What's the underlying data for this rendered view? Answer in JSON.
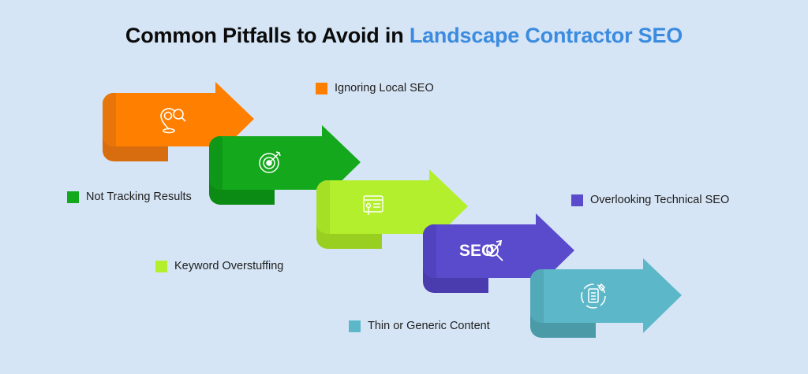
{
  "title": {
    "part1": "Common Pitfalls to Avoid in",
    "part2": "Landscape Contractor SEO"
  },
  "items": [
    {
      "label": "Ignoring Local SEO",
      "color": "#ff8000",
      "shade": "#d86d0f",
      "icon": "location-search-icon"
    },
    {
      "label": "Not Tracking Results",
      "color": "#14a81c",
      "shade": "#0b8a14",
      "icon": "target-icon"
    },
    {
      "label": "Keyword Overstuffing",
      "color": "#b3ef2c",
      "shade": "#98cf20",
      "icon": "web-page-icon"
    },
    {
      "label": "Overlooking Technical SEO",
      "color": "#5a4bcc",
      "shade": "#4a3cae",
      "icon": "seo-icon"
    },
    {
      "label": "Thin or Generic Content",
      "color": "#5cb8c8",
      "shade": "#4a9aa8",
      "icon": "document-icon"
    }
  ],
  "seo_icon_text": "SEO"
}
